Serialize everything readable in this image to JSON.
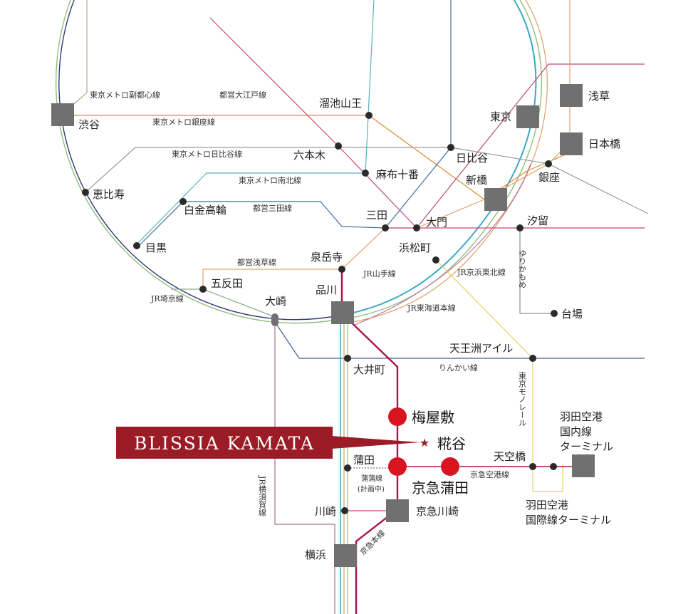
{
  "property": {
    "name": "BLISSIA KAMATA",
    "color": "#9b1b26"
  },
  "stations": {
    "shibuya": "渋谷",
    "ebisu": "恵比寿",
    "meguro": "目黒",
    "shirokanetakanawa": "白金高輪",
    "gotanda": "五反田",
    "osaki": "大崎",
    "shinagawa": "品川",
    "sengakuji": "泉岳寺",
    "tameike": "溜池山王",
    "roppongi": "六本木",
    "azabujuban": "麻布十番",
    "hibiya": "日比谷",
    "tokyo": "東京",
    "asakusa": "浅草",
    "nihonbashi": "日本橋",
    "ginza": "銀座",
    "shinbashi": "新橋",
    "shiodome": "汐留",
    "mita": "三田",
    "daimon": "大門",
    "hamamatsucho": "浜松町",
    "daiba": "台場",
    "tennozu": "天王洲アイル",
    "oimachi": "大井町",
    "umeyashiki": "梅屋敷",
    "kojiya": "糀谷",
    "tenkubashi": "天空橋",
    "kamata": "蒲田",
    "keikyu_kamata": "京急蒲田",
    "kawasaki": "川崎",
    "keikyu_kawasaki": "京急川崎",
    "yokohama": "横浜",
    "haneda_domestic_1": "羽田空港",
    "haneda_domestic_2": "国内線",
    "haneda_domestic_3": "ターミナル",
    "haneda_intl_1": "羽田空港",
    "haneda_intl_2": "国際線ターミナル"
  },
  "lines": {
    "fukutoshin": "東京メトロ副都心線",
    "oedo": "都営大江戸線",
    "ginza": "東京メトロ銀座線",
    "hibiya": "東京メトロ日比谷線",
    "namboku": "東京メトロ南北線",
    "mita": "都営三田線",
    "asakusa": "都営浅草線",
    "saikyo": "JR埼京線",
    "yamanote": "JR山手線",
    "keihin_tohoku": "JR京浜東北線",
    "tokaido": "JR東海道本線",
    "yurikamome": "ゆりかもめ",
    "rinkai": "りんかい線",
    "monorail": "東京モノレール",
    "kamakama": "蒲蒲線",
    "kamakama_note": "(計画中)",
    "airport": "京急空港線",
    "keikyu_main": "京急本線",
    "yokosuka": "JR横須賀線"
  },
  "colors": {
    "yamanote": "#8fbf7a",
    "keihin_tohoku": "#3aa7c4",
    "keikyu": "#a8134e",
    "property_red": "#d8141e",
    "hub": "#707070",
    "oedo": "#c4457b",
    "ginza": "#e08a2e",
    "namboku": "#5aafc0",
    "mita": "#3f6fa5",
    "asakusa": "#e0a070",
    "yokosuka": "#b07090",
    "tokaido": "#e0a060",
    "yurikamome": "#909090",
    "rinkai": "#3e5e9e",
    "monorail": "#e8d060"
  }
}
